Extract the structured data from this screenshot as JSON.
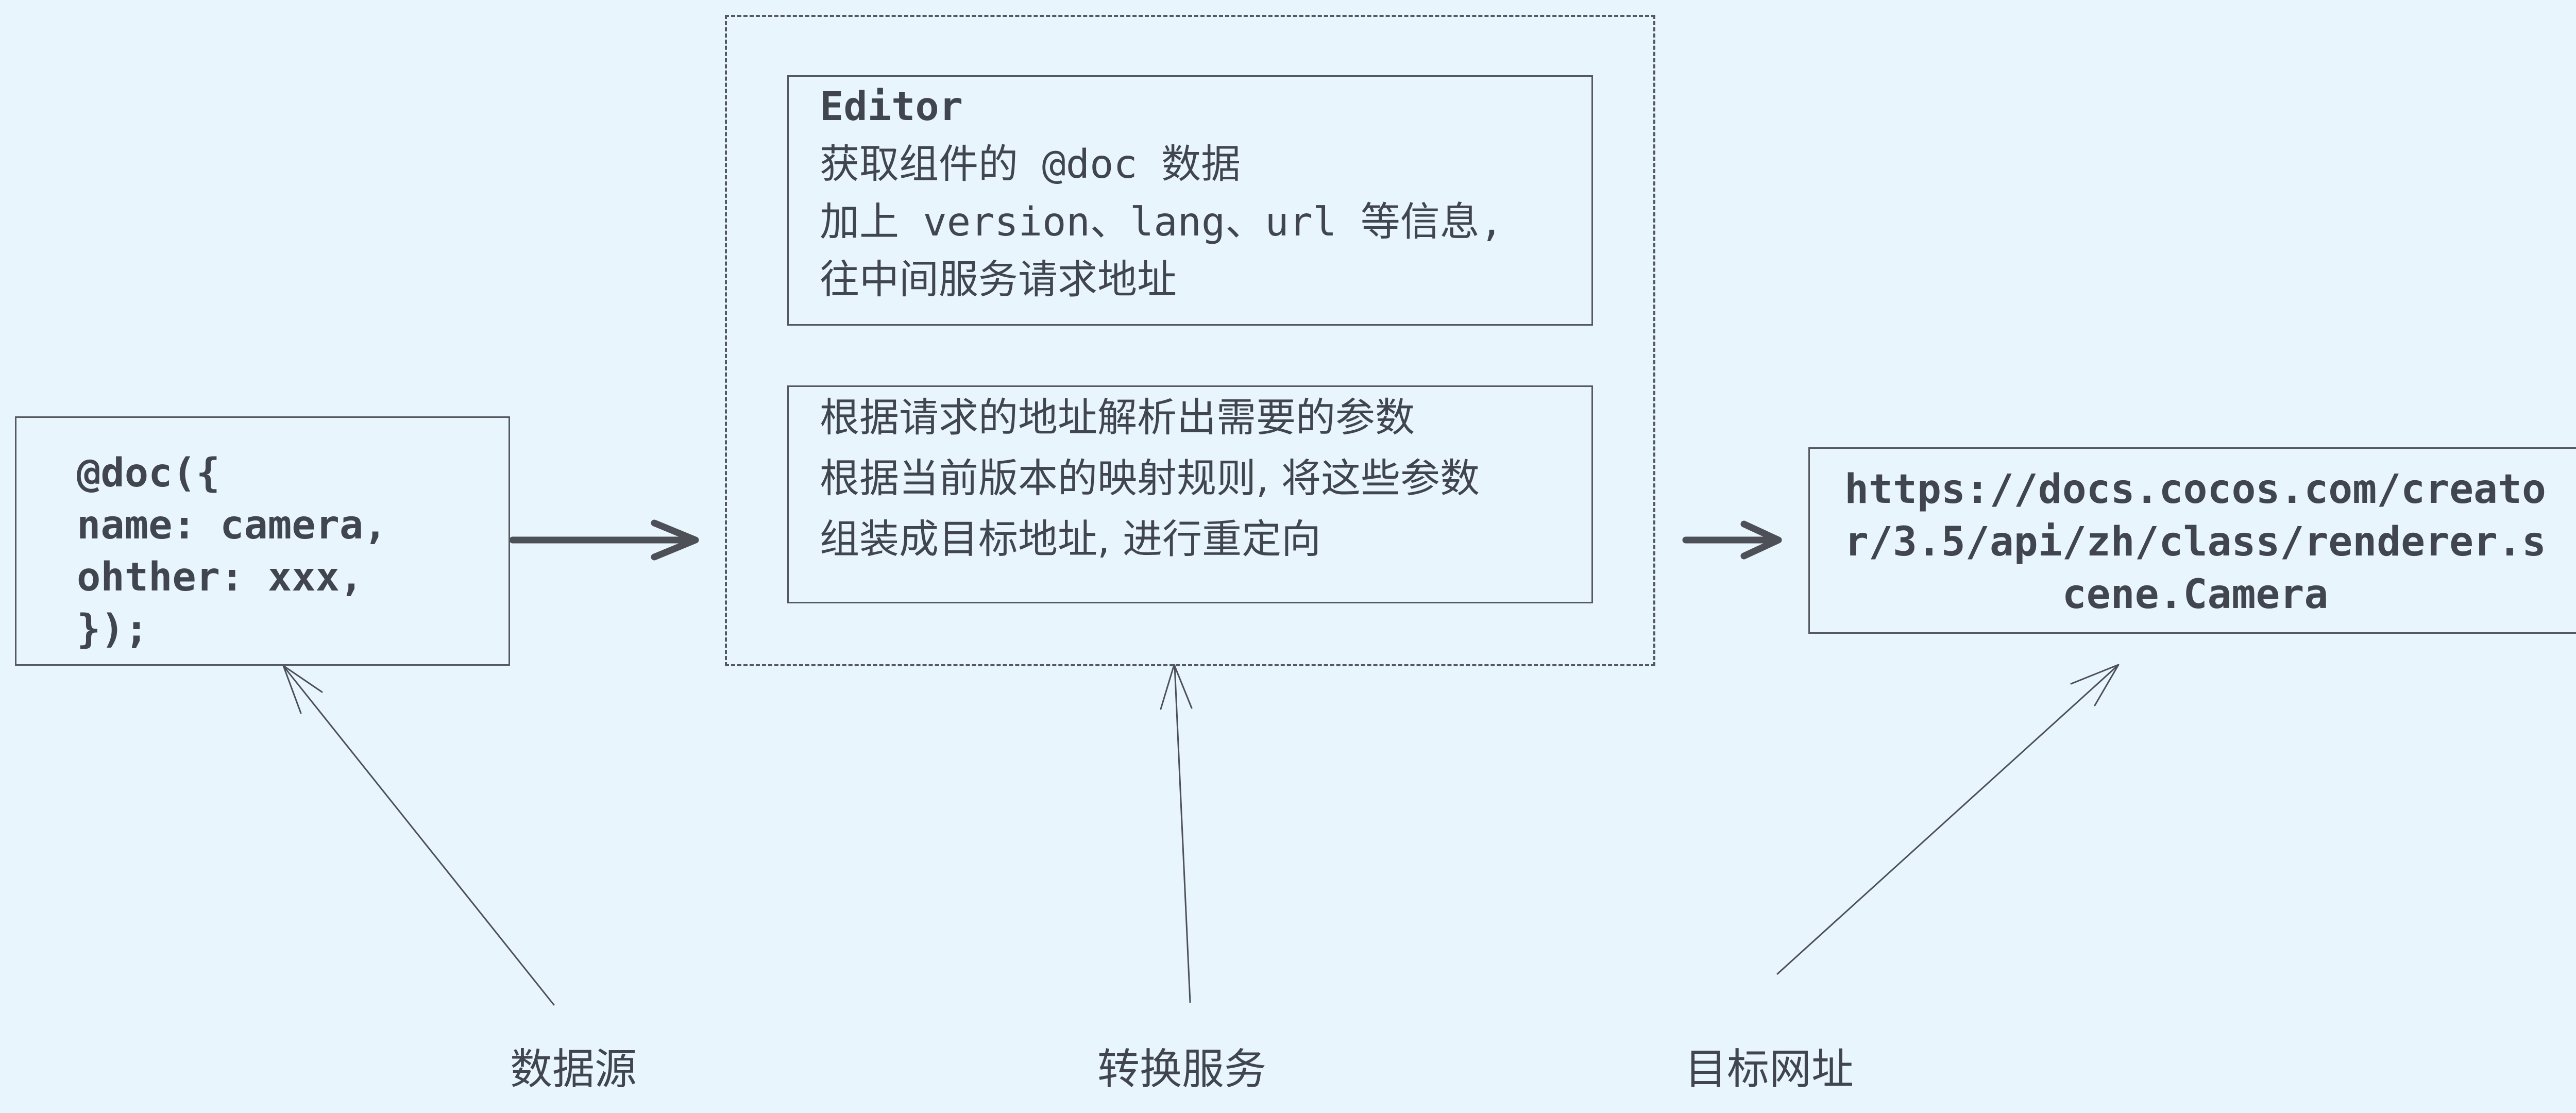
{
  "source": {
    "lines": [
      "@doc({",
      "name: camera,",
      "ohther: xxx,",
      "});"
    ]
  },
  "service": {
    "editor_lines": [
      "Editor",
      "获取组件的 @doc 数据",
      "加上 version、lang、url 等信息,",
      "往中间服务请求地址"
    ],
    "server_lines": [
      "根据请求的地址解析出需要的参数",
      "根据当前版本的映射规则, 将这些参数",
      "组装成目标地址, 进行重定向"
    ]
  },
  "target": {
    "lines": [
      "https://docs.cocos.com/creato",
      "r/3.5/api/zh/class/renderer.s",
      "cene.Camera"
    ]
  },
  "captions": {
    "source": "数据源",
    "service": "转换服务",
    "target": "目标网址"
  },
  "colors": {
    "background": "#e8f5fd",
    "stroke": "#55585f",
    "text": "#41454d"
  }
}
